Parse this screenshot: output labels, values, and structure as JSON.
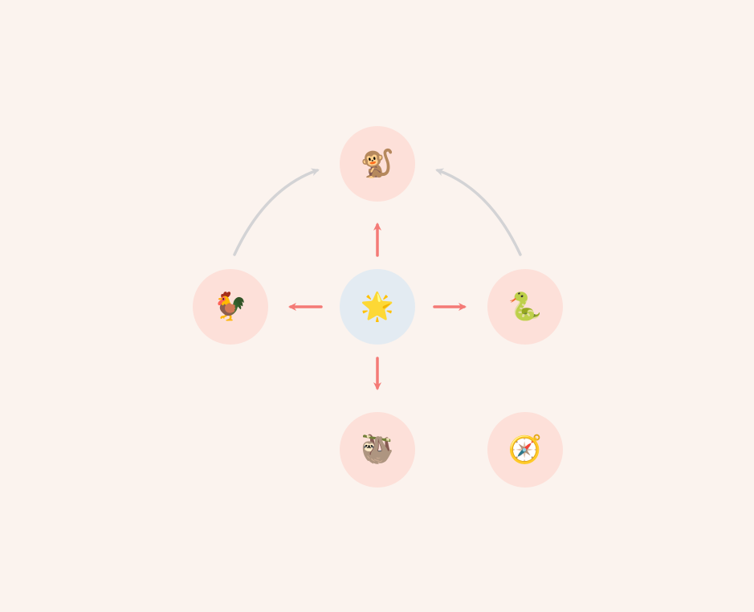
{
  "colors": {
    "background": "#fbf3ee",
    "center_fill": "#e3ebf2",
    "node_fill": "#fde0d9",
    "arrow_red": "#f47a76",
    "arrow_gray": "#d3d3d5"
  },
  "nodes": {
    "center": {
      "icon": "glowing-star-icon",
      "glyph": "🌟"
    },
    "top": {
      "icon": "monkey-icon",
      "glyph": "🐒"
    },
    "left": {
      "icon": "rooster-icon",
      "glyph": "🐓"
    },
    "right": {
      "icon": "snake-icon",
      "glyph": "🐍"
    },
    "bottom": {
      "icon": "sloth-icon",
      "glyph": "🦥"
    },
    "corner": {
      "icon": "compass-icon",
      "glyph": "🧭"
    }
  },
  "edges": [
    {
      "from": "center",
      "to": "top",
      "style": "red",
      "shape": "straight"
    },
    {
      "from": "center",
      "to": "left",
      "style": "red",
      "shape": "straight"
    },
    {
      "from": "center",
      "to": "right",
      "style": "red",
      "shape": "straight"
    },
    {
      "from": "center",
      "to": "bottom",
      "style": "red",
      "shape": "straight"
    },
    {
      "from": "left",
      "to": "top",
      "style": "gray",
      "shape": "curved"
    },
    {
      "from": "right",
      "to": "top",
      "style": "gray",
      "shape": "curved"
    }
  ]
}
